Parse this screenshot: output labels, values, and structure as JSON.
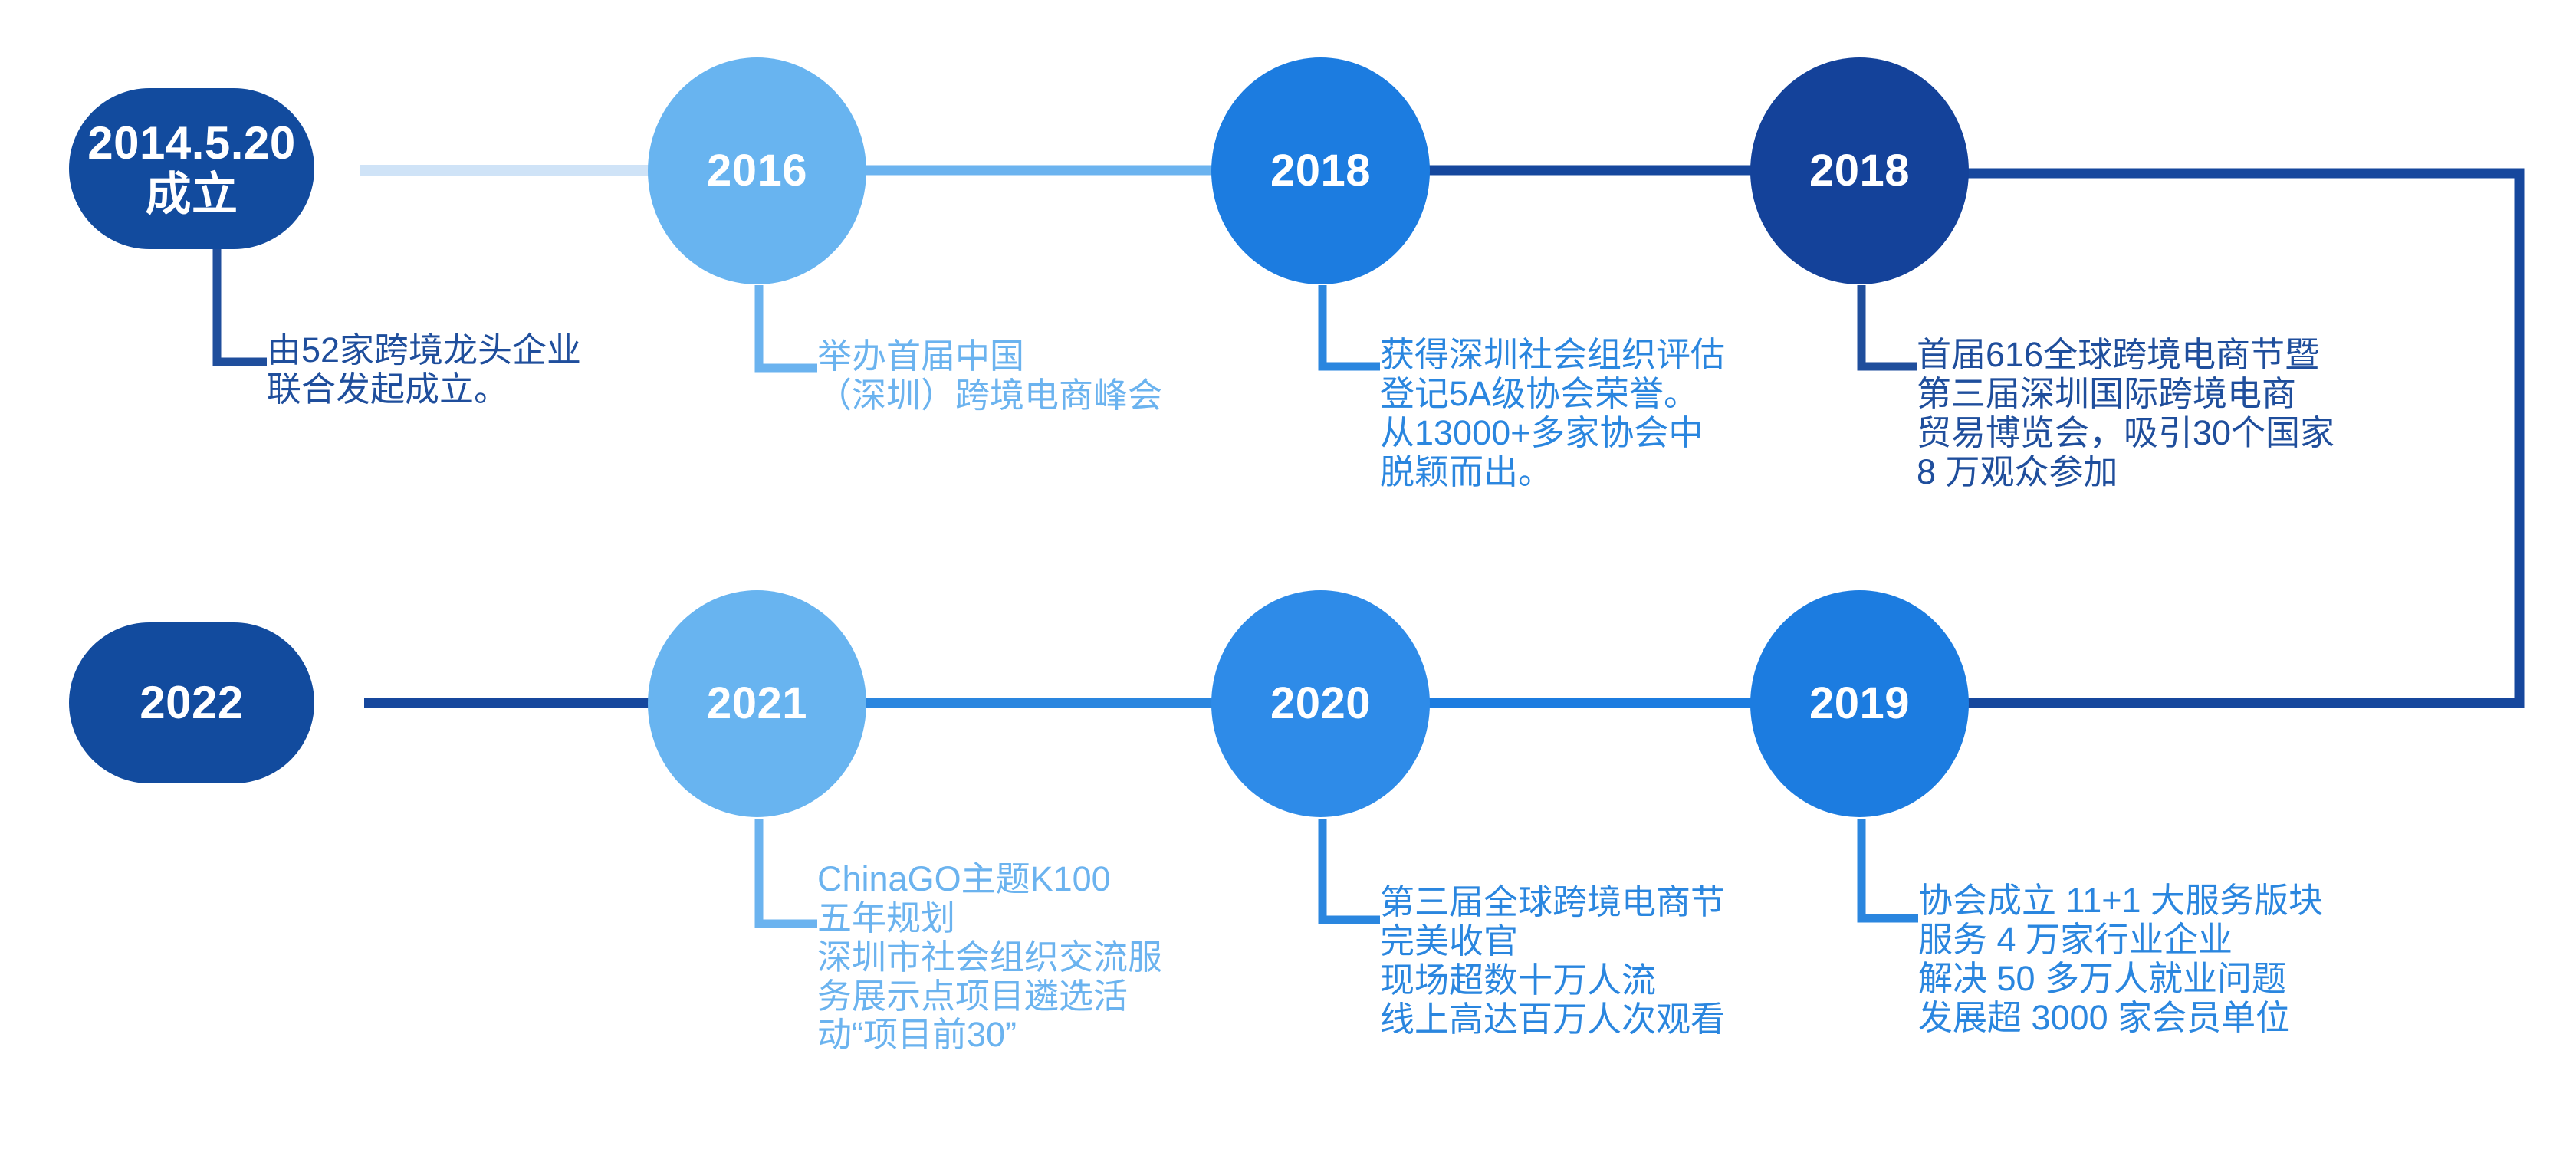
{
  "diagram": {
    "title_text": "",
    "type": "timeline",
    "colors": {
      "navy": "#124B9E",
      "dark_blue": "#16479D",
      "mid_blue": "#1C7CE0",
      "bright_blue": "#2E8BE8",
      "light_blue": "#68B4F0",
      "pale_line": "#CFE3F7",
      "note_navy": "#1F4E9C",
      "note_blue": "#2A86DF",
      "note_light": "#6BB3EF",
      "white": "#FFFFFF"
    },
    "rows": [
      {
        "row_name": "top-row",
        "direction": "left-to-right",
        "nodes": [
          {
            "id": "node-2014",
            "shape": "pill",
            "label": "2014.5.20\n成立",
            "fill": "#124B9E",
            "note": "",
            "note_color": "#1F4E9C"
          },
          {
            "id": "node-2016",
            "shape": "circle",
            "label": "2016",
            "fill": "#68B4F0",
            "note": "举办首届中国\n（深圳）跨境电商峰会",
            "note_color": "#6BB3EF"
          },
          {
            "id": "node-2018-a",
            "shape": "circle",
            "label": "2018",
            "fill": "#1C7CE0",
            "note": "获得深圳社会组织评估\n登记5A级协会荣誉。\n从13000+多家协会中\n脱颖而出。",
            "note_color": "#2A86DF"
          },
          {
            "id": "node-2018-b",
            "shape": "circle",
            "label": "2018",
            "fill": "#14429A",
            "note": "首届616全球跨境电商节暨\n第三届深圳国际跨境电商\n贸易博览会，吸引30个国家\n8 万观众参加",
            "note_color": "#1F4E9C"
          }
        ]
      },
      {
        "row_name": "bottom-row",
        "direction": "right-to-left",
        "nodes": [
          {
            "id": "node-2022",
            "shape": "pill",
            "label": "2022",
            "fill": "#124B9E",
            "note": "",
            "note_color": "#1F4E9C"
          },
          {
            "id": "node-2021",
            "shape": "circle",
            "label": "2021",
            "fill": "#68B4F0",
            "note": "ChinaGO主题K100\n五年规划\n深圳市社会组织交流服\n务展示点项目遴选活\n动“项目前30”",
            "note_color": "#6BB3EF"
          },
          {
            "id": "node-2020",
            "shape": "circle",
            "label": "2020",
            "fill": "#2E8BE8",
            "note": "第三届全球跨境电商节\n完美收官\n现场超数十万人流\n线上高达百万人次观看",
            "note_color": "#2A86DF"
          },
          {
            "id": "node-2019",
            "shape": "circle",
            "label": "2019",
            "fill": "#1C7CE0",
            "note": "协会成立 11+1 大服务版块\n服务 4 万家行业企业\n解决 50 多万人就业问题\n发展超 3000 家会员单位",
            "note_color": "#2A86DF"
          }
        ]
      }
    ],
    "notes_flat": {
      "n2014": "由52家跨境龙头企业\n联合发起成立。",
      "n2016": "举办首届中国\n（深圳）跨境电商峰会",
      "n2018a": "获得深圳社会组织评估\n登记5A级协会荣誉。\n从13000+多家协会中\n脱颖而出。",
      "n2018b": "首届616全球跨境电商节暨\n第三届深圳国际跨境电商\n贸易博览会，吸引30个国家\n8 万观众参加",
      "n2022": "",
      "n2021": "ChinaGO主题K100\n五年规划\n深圳市社会组织交流服\n务展示点项目遴选活\n动“项目前30”",
      "n2020": "第三届全球跨境电商节\n完美收官\n现场超数十万人流\n线上高达百万人次观看",
      "n2019": "协会成立 11+1 大服务版块\n服务 4 万家行业企业\n解决 50 多万人就业问题\n发展超 3000 家会员单位"
    },
    "labels_flat": {
      "l2014": "2014.5.20\n成立",
      "l2016": "2016",
      "l2018a": "2018",
      "l2018b": "2018",
      "l2022": "2022",
      "l2021": "2021",
      "l2020": "2020",
      "l2019": "2019"
    }
  }
}
